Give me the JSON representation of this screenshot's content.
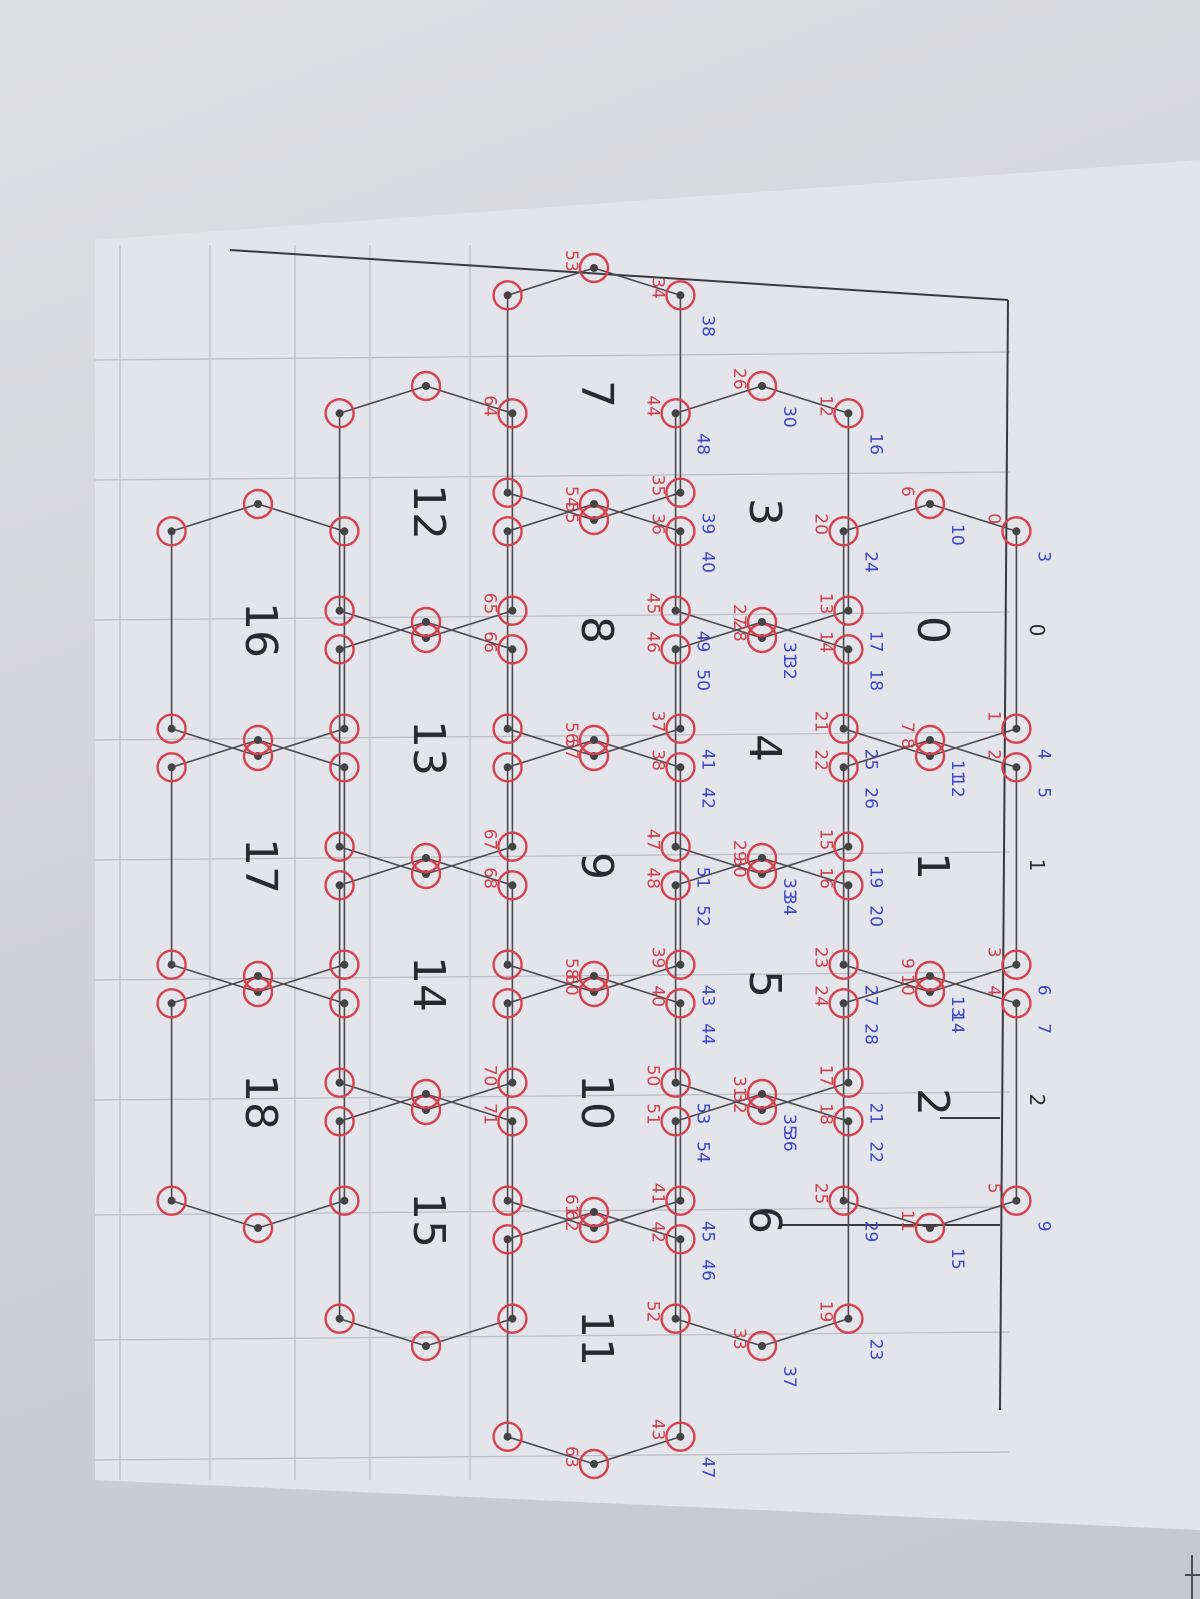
{
  "cell_labels": [
    "0",
    "1",
    "2",
    "3",
    "4",
    "5",
    "6",
    "7",
    "8",
    "9",
    "10",
    "11",
    "12",
    "13",
    "14",
    "15",
    "16",
    "17",
    "18"
  ],
  "column_labels": [
    "0",
    "1",
    "2"
  ],
  "vertex_labels_red": [
    "0",
    "1",
    "2",
    "3",
    "4",
    "5",
    "6",
    "7",
    "8",
    "9",
    "10",
    "11",
    "12",
    "13",
    "14",
    "15",
    "16",
    "17",
    "18",
    "19",
    "20",
    "21",
    "22",
    "23",
    "24",
    "25",
    "26",
    "27",
    "28",
    "29",
    "30",
    "31",
    "32",
    "33",
    "34",
    "35",
    "36",
    "37",
    "38",
    "39",
    "40",
    "41",
    "42",
    "43",
    "44",
    "45",
    "46",
    "47",
    "48",
    "50",
    "51",
    "52",
    "53",
    "54",
    "55",
    "56",
    "57",
    "58",
    "60",
    "61",
    "62",
    "63",
    "64",
    "65",
    "66",
    "67",
    "68",
    "70",
    "71"
  ],
  "vertex_labels_blue": [
    "3",
    "4",
    "5",
    "6",
    "7",
    "9",
    "10",
    "11",
    "12",
    "13",
    "14",
    "15",
    "16",
    "17",
    "18",
    "19",
    "20",
    "21",
    "22",
    "23",
    "24",
    "25",
    "26",
    "27",
    "28",
    "29",
    "30",
    "31",
    "32",
    "33",
    "34",
    "35",
    "36",
    "37",
    "38",
    "39",
    "40",
    "41",
    "42",
    "43",
    "44",
    "45",
    "46",
    "47",
    "48",
    "49",
    "50",
    "51",
    "52",
    "53",
    "54"
  ],
  "colors": {
    "paper": "#e4e5ea",
    "grid": "#b9bcc4",
    "hex_edge": "#4a4a50",
    "vertex_circle": "#d5414d",
    "label_red": "#d0404c",
    "label_blue": "#3b45c8"
  }
}
